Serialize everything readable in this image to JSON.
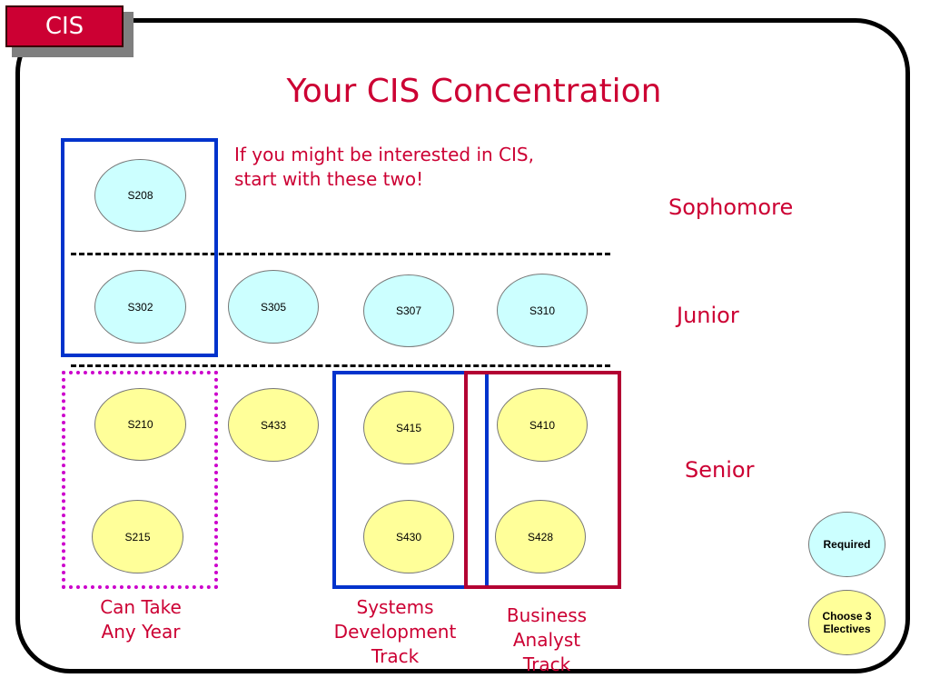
{
  "badge": {
    "label": "CIS"
  },
  "title": "Your CIS Concentration",
  "note": "If you might be interested in CIS,\nstart with these two!",
  "years": {
    "sophomore": "Sophomore",
    "junior": "Junior",
    "senior": "Senior"
  },
  "courses": {
    "s208": "S208",
    "s302": "S302",
    "s305": "S305",
    "s307": "S307",
    "s310": "S310",
    "s210": "S210",
    "s433": "S433",
    "s415": "S415",
    "s410": "S410",
    "s215": "S215",
    "s430": "S430",
    "s428": "S428"
  },
  "captions": {
    "any_year": "Can Take\nAny Year",
    "systems": "Systems\nDevelopment\nTrack",
    "business": "Business\nAnalyst\nTrack"
  },
  "legend": {
    "required": "Required",
    "electives": "Choose 3\nElectives"
  },
  "colors": {
    "required_fill": "#ccffff",
    "elective_fill": "#ffff99",
    "accent_red": "#cc0033",
    "box_blue": "#0033cc",
    "box_magenta": "#cc00cc",
    "box_crimson": "#b30033"
  }
}
